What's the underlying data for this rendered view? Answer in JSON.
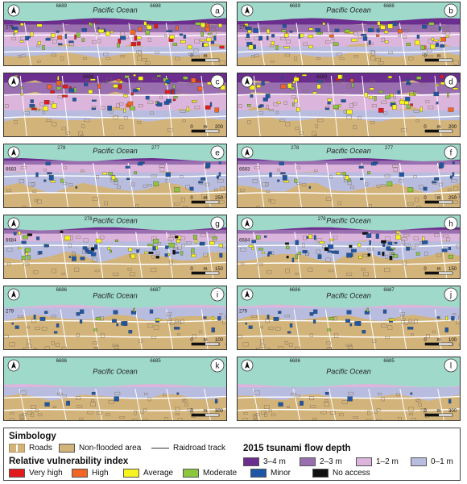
{
  "panels": [
    {
      "letter": "a",
      "ocean_label": "Pacific Ocean",
      "grid_labels": [
        "6689",
        "6688"
      ],
      "side_label": "276",
      "scale_label": "",
      "depth_scheme": "high",
      "ocean_ratio": 0.28,
      "intensity": "high"
    },
    {
      "letter": "b",
      "ocean_label": "Pacific Ocean",
      "grid_labels": [
        "6689",
        "6688"
      ],
      "side_label": "276",
      "scale_label": "",
      "depth_scheme": "high",
      "ocean_ratio": 0.28,
      "intensity": "high"
    },
    {
      "letter": "c",
      "ocean_label": "",
      "grid_labels": [
        "6689"
      ],
      "side_label": "",
      "scale_label": "200",
      "depth_scheme": "very-high",
      "ocean_ratio": 0.0,
      "intensity": "high"
    },
    {
      "letter": "d",
      "ocean_label": "",
      "grid_labels": [
        "6689"
      ],
      "side_label": "",
      "scale_label": "200",
      "depth_scheme": "very-high",
      "ocean_ratio": 0.0,
      "intensity": "high"
    },
    {
      "letter": "e",
      "ocean_label": "Pacific Ocean",
      "grid_labels": [
        "278",
        "277"
      ],
      "side_label": "6683",
      "scale_label": "250",
      "depth_scheme": "medium",
      "ocean_ratio": 0.25,
      "intensity": "low"
    },
    {
      "letter": "f",
      "ocean_label": "Pacific Ocean",
      "grid_labels": [
        "278",
        "277"
      ],
      "side_label": "6683",
      "scale_label": "250",
      "depth_scheme": "medium",
      "ocean_ratio": 0.25,
      "intensity": "low"
    },
    {
      "letter": "g",
      "ocean_label": "Pacific Ocean",
      "grid_labels": [
        "278"
      ],
      "side_label": "6684",
      "scale_label": "150",
      "depth_scheme": "medium",
      "ocean_ratio": 0.22,
      "intensity": "mid"
    },
    {
      "letter": "h",
      "ocean_label": "Pacific Ocean",
      "grid_labels": [
        "278"
      ],
      "side_label": "6684",
      "scale_label": "150",
      "depth_scheme": "medium",
      "ocean_ratio": 0.22,
      "intensity": "mid"
    },
    {
      "letter": "i",
      "ocean_label": "Pacific Ocean",
      "grid_labels": [
        "6686",
        "6687"
      ],
      "side_label": "279",
      "scale_label": "100",
      "depth_scheme": "low",
      "ocean_ratio": 0.32,
      "intensity": "low"
    },
    {
      "letter": "j",
      "ocean_label": "Pacific Ocean",
      "grid_labels": [
        "6686",
        "6687"
      ],
      "side_label": "279",
      "scale_label": "100",
      "depth_scheme": "low",
      "ocean_ratio": 0.32,
      "intensity": "low"
    },
    {
      "letter": "k",
      "ocean_label": "Pacific Ocean",
      "grid_labels": [
        "6686",
        "6685"
      ],
      "side_label": "",
      "scale_label": "300",
      "depth_scheme": "low",
      "ocean_ratio": 0.45,
      "intensity": "minimal"
    },
    {
      "letter": "l",
      "ocean_label": "Pacific Ocean",
      "grid_labels": [
        "6686",
        "6685"
      ],
      "side_label": "",
      "scale_label": "300",
      "depth_scheme": "low",
      "ocean_ratio": 0.45,
      "intensity": "minimal"
    }
  ],
  "scale_unit": "m",
  "scale_zero": "0",
  "colors": {
    "ocean": "#9fd9c9",
    "land": "#d2b37a",
    "road": "#ffffff",
    "building_outline": "#7a6a55",
    "depth_3_4": "#6b2d8e",
    "depth_2_3": "#9a6fb0",
    "depth_1_2": "#dcb5dc",
    "depth_0_1": "#b8bddf",
    "very_high": "#e31a1c",
    "high": "#f26522",
    "average": "#f7f31c",
    "moderate": "#8cc63f",
    "minor": "#1f57a6",
    "no_access": "#111111"
  },
  "legend": {
    "simbology_title": "Simbology",
    "roads_label": "Roads",
    "non_flooded_label": "Non-flooded area",
    "railroad_label": "Raidroad track",
    "depth_title": "2015 tsunami flow depth",
    "depth_items": [
      {
        "label": "3–4 m",
        "color": "#6b2d8e"
      },
      {
        "label": "2–3 m",
        "color": "#9a6fb0"
      },
      {
        "label": "1–2 m",
        "color": "#dcb5dc"
      },
      {
        "label": "0–1 m",
        "color": "#b8bddf"
      }
    ],
    "rvi_title": "Relative vulnerability index",
    "rvi_items": [
      {
        "label": "Very high",
        "color": "#e31a1c"
      },
      {
        "label": "High",
        "color": "#f26522"
      },
      {
        "label": "Average",
        "color": "#f7f31c"
      },
      {
        "label": "Moderate",
        "color": "#8cc63f"
      },
      {
        "label": "Minor",
        "color": "#1f57a6"
      },
      {
        "label": "No access",
        "color": "#111111"
      }
    ]
  }
}
